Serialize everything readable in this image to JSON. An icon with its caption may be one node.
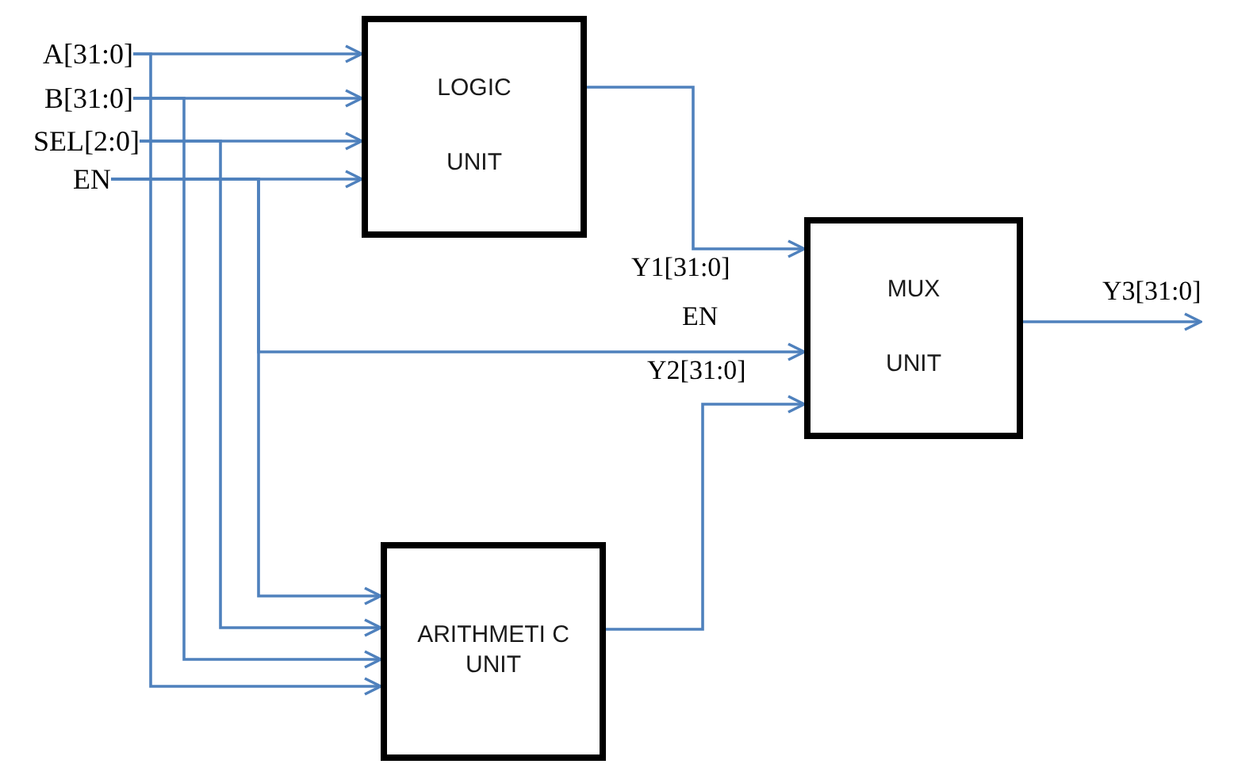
{
  "diagram": {
    "nodes": [
      {
        "text": [
          "A[31:0]"
        ]
      },
      {
        "text": [
          "B[31:0]"
        ]
      },
      {
        "text": [
          "SEL[2:0]"
        ]
      },
      {
        "text": [
          "EN"
        ]
      },
      {
        "text": [
          "LOGIC",
          "UNIT"
        ]
      },
      {
        "text": [
          "MUX",
          "UNIT"
        ]
      },
      {
        "text": [
          "ARITHMETI C UNIT"
        ]
      }
    ],
    "edges": [
      {
        "from": 0,
        "to": 4,
        "arrow": "to"
      },
      {
        "from": 1,
        "to": 4,
        "arrow": "to"
      },
      {
        "from": 2,
        "to": 4,
        "arrow": "to"
      },
      {
        "from": 3,
        "to": 4,
        "arrow": "to"
      },
      {
        "from": 0,
        "to": 6,
        "arrow": "to"
      },
      {
        "from": 1,
        "to": 6,
        "arrow": "to"
      },
      {
        "from": 2,
        "to": 6,
        "arrow": "to"
      },
      {
        "from": 3,
        "to": 6,
        "arrow": "to"
      },
      {
        "from": 3,
        "to": 5,
        "arrow": "to",
        "label": "EN"
      },
      {
        "from": 4,
        "to": 5,
        "arrow": "to",
        "label": "Y1[31:0]"
      },
      {
        "from": 6,
        "to": 5,
        "arrow": "to",
        "label": "Y2[31:0]"
      },
      {
        "from": 5,
        "to": null,
        "arrow": "to",
        "label": "Y3[31:0]"
      }
    ]
  }
}
